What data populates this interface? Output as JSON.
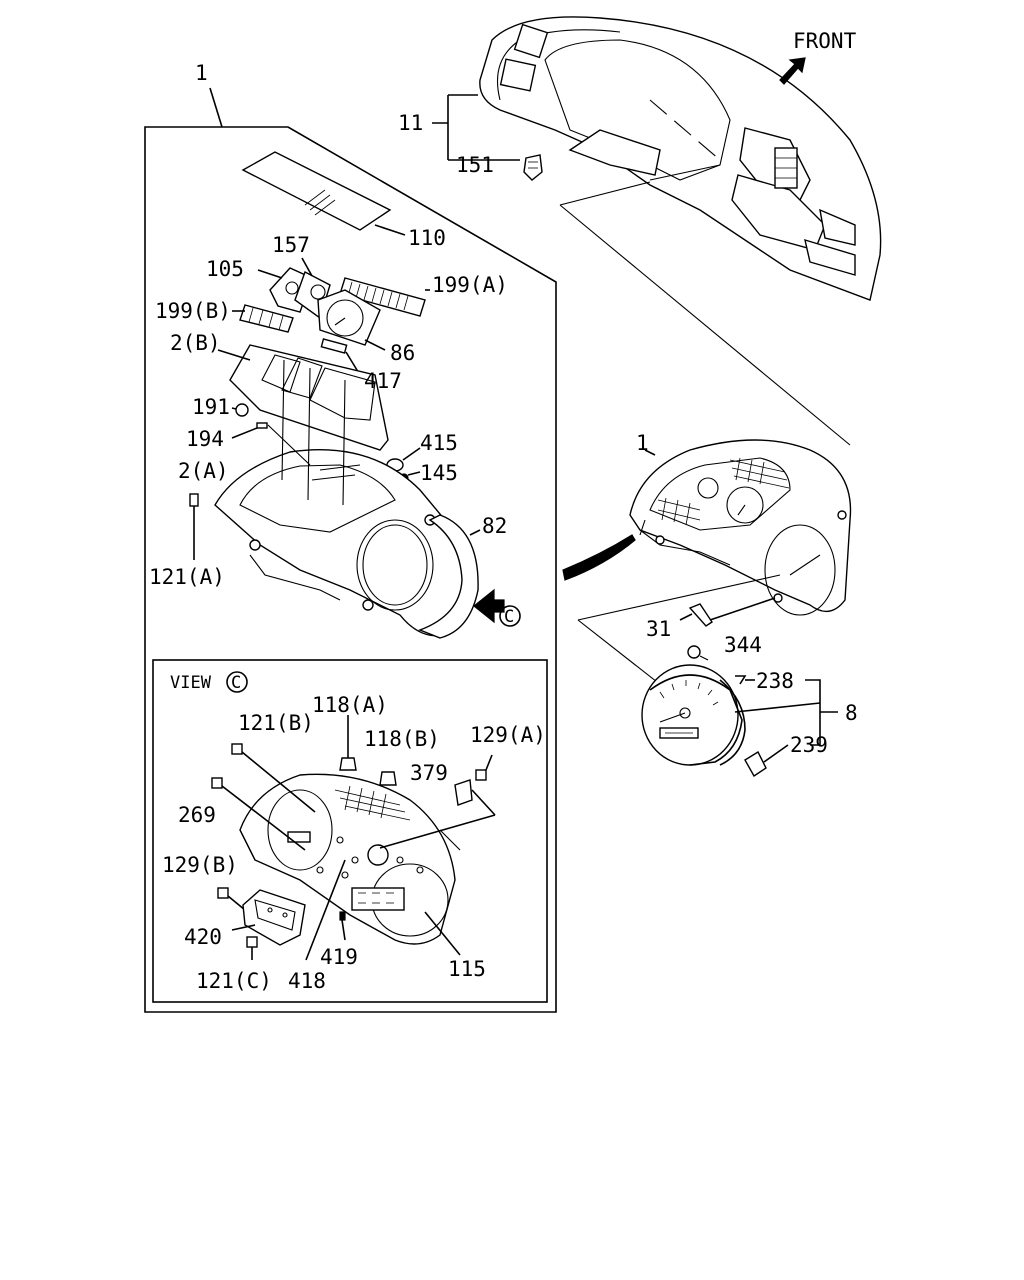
{
  "diagram": {
    "front_label": "FRONT",
    "view_label": "VIEW",
    "view_marker": "C",
    "callouts": [
      {
        "id": "c-1-top",
        "text": "1"
      },
      {
        "id": "c-11",
        "text": "11"
      },
      {
        "id": "c-151",
        "text": "151"
      },
      {
        "id": "c-110",
        "text": "110"
      },
      {
        "id": "c-157",
        "text": "157"
      },
      {
        "id": "c-105",
        "text": "105"
      },
      {
        "id": "c-199a",
        "text": "199(A)"
      },
      {
        "id": "c-199b",
        "text": "199(B)"
      },
      {
        "id": "c-86",
        "text": "86"
      },
      {
        "id": "c-2b",
        "text": "2(B)"
      },
      {
        "id": "c-417",
        "text": "417"
      },
      {
        "id": "c-191",
        "text": "191"
      },
      {
        "id": "c-194",
        "text": "194"
      },
      {
        "id": "c-415",
        "text": "415"
      },
      {
        "id": "c-145",
        "text": "145"
      },
      {
        "id": "c-2a",
        "text": "2(A)"
      },
      {
        "id": "c-82",
        "text": "82"
      },
      {
        "id": "c-121a",
        "text": "121(A)"
      },
      {
        "id": "c-1-right",
        "text": "1"
      },
      {
        "id": "c-31",
        "text": "31"
      },
      {
        "id": "c-344",
        "text": "344"
      },
      {
        "id": "c-238",
        "text": "238"
      },
      {
        "id": "c-8",
        "text": "8"
      },
      {
        "id": "c-239",
        "text": "239"
      },
      {
        "id": "c-121b",
        "text": "121(B)"
      },
      {
        "id": "c-118a",
        "text": "118(A)"
      },
      {
        "id": "c-118b",
        "text": "118(B)"
      },
      {
        "id": "c-129a",
        "text": "129(A)"
      },
      {
        "id": "c-379",
        "text": "379"
      },
      {
        "id": "c-269",
        "text": "269"
      },
      {
        "id": "c-129b",
        "text": "129(B)"
      },
      {
        "id": "c-420",
        "text": "420"
      },
      {
        "id": "c-419",
        "text": "419"
      },
      {
        "id": "c-115",
        "text": "115"
      },
      {
        "id": "c-121c",
        "text": "121(C)"
      },
      {
        "id": "c-418",
        "text": "418"
      }
    ]
  }
}
